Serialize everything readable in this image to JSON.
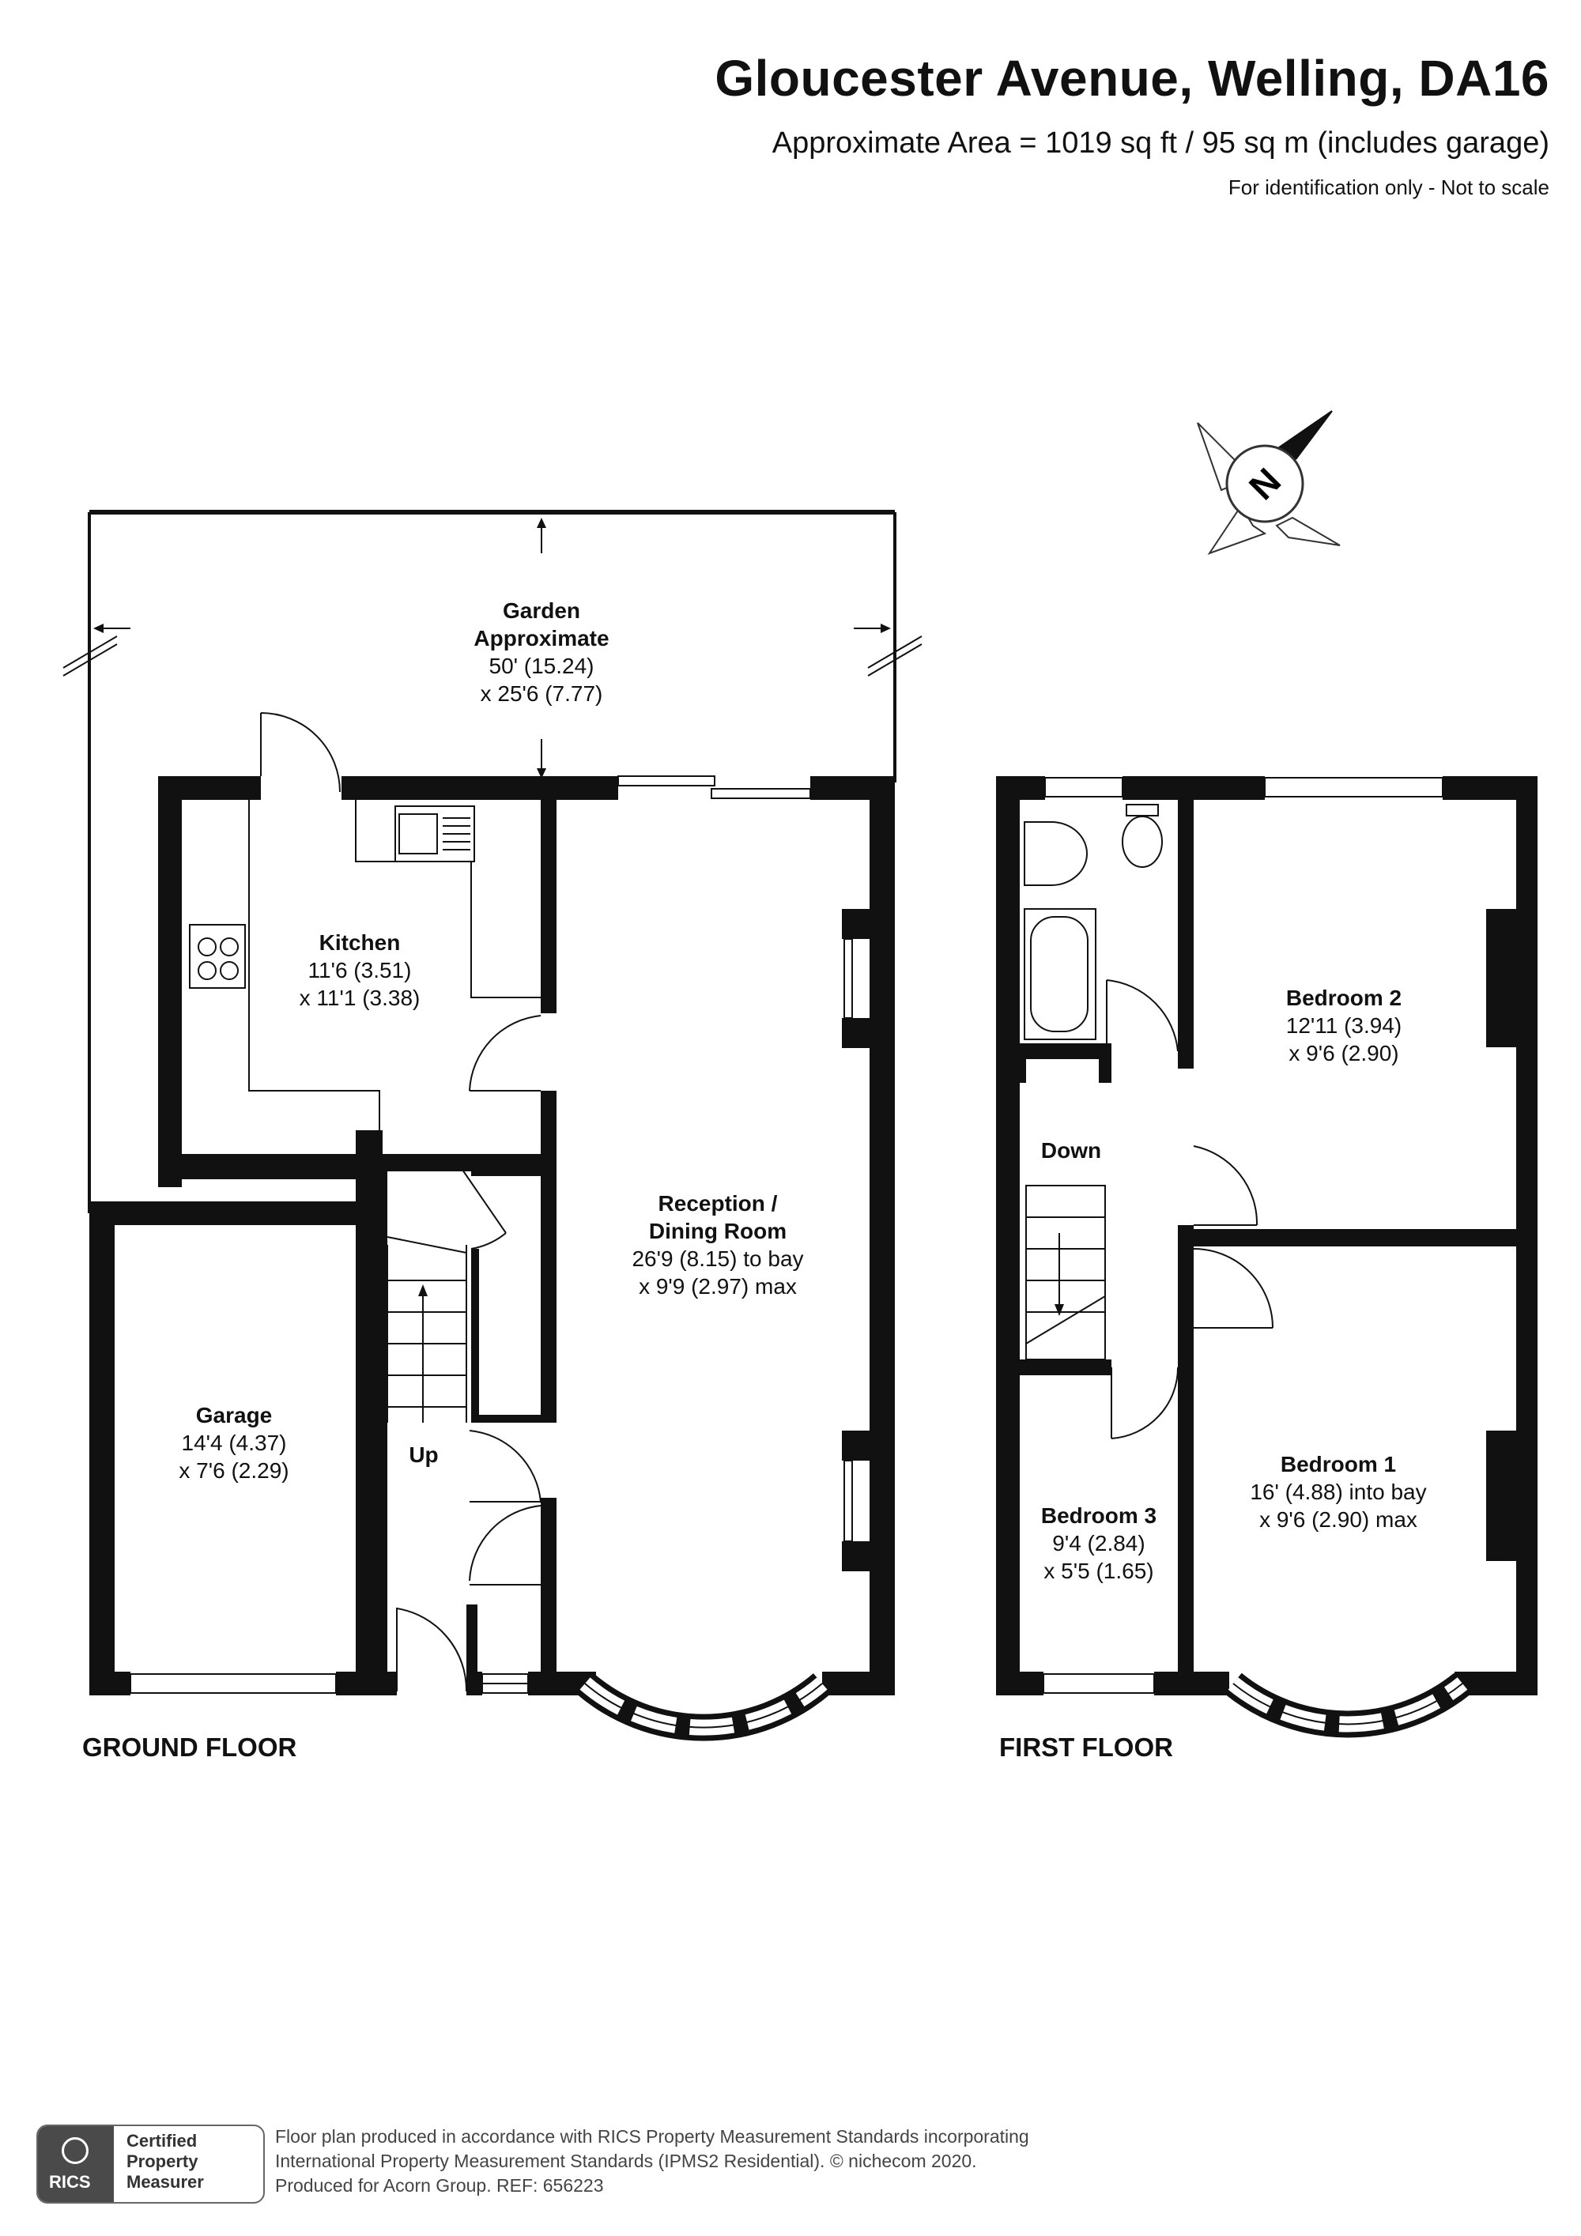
{
  "header": {
    "title": "Gloucester Avenue, Welling, DA16",
    "area": "Approximate Area = 1019 sq ft / 95 sq m (includes garage)",
    "disclaimer": "For identification only - Not to scale"
  },
  "compass": {
    "letter": "N"
  },
  "ground_floor": {
    "label": "GROUND FLOOR",
    "stairs_label": "Up",
    "rooms": {
      "garden": {
        "name": "Garden",
        "line2": "Approximate",
        "line3": "50' (15.24)",
        "line4": "x 25'6 (7.77)"
      },
      "kitchen": {
        "name": "Kitchen",
        "line2": "11'6 (3.51)",
        "line3": "x 11'1 (3.38)"
      },
      "reception": {
        "name": "Reception /",
        "name2": "Dining Room",
        "line2": "26'9 (8.15) to bay",
        "line3": "x 9'9 (2.97) max"
      },
      "garage": {
        "name": "Garage",
        "line2": "14'4 (4.37)",
        "line3": "x 7'6 (2.29)"
      }
    }
  },
  "first_floor": {
    "label": "FIRST FLOOR",
    "stairs_label": "Down",
    "rooms": {
      "bedroom2": {
        "name": "Bedroom 2",
        "line2": "12'11 (3.94)",
        "line3": "x 9'6 (2.90)"
      },
      "bedroom1": {
        "name": "Bedroom 1",
        "line2": "16' (4.88) into bay",
        "line3": "x 9'6 (2.90) max"
      },
      "bedroom3": {
        "name": "Bedroom 3",
        "line2": "9'4 (2.84)",
        "line3": "x 5'5 (1.65)"
      }
    }
  },
  "footer": {
    "badge_org": "RICS",
    "badge_line1": "Certified",
    "badge_line2": "Property",
    "badge_line3": "Measurer",
    "text_line1": "Floor plan produced in accordance with RICS Property Measurement Standards incorporating",
    "text_line2": "International Property Measurement Standards (IPMS2 Residential).   © nichecom 2020.",
    "text_line3": "Produced for Acorn Group.   REF:  656223"
  }
}
